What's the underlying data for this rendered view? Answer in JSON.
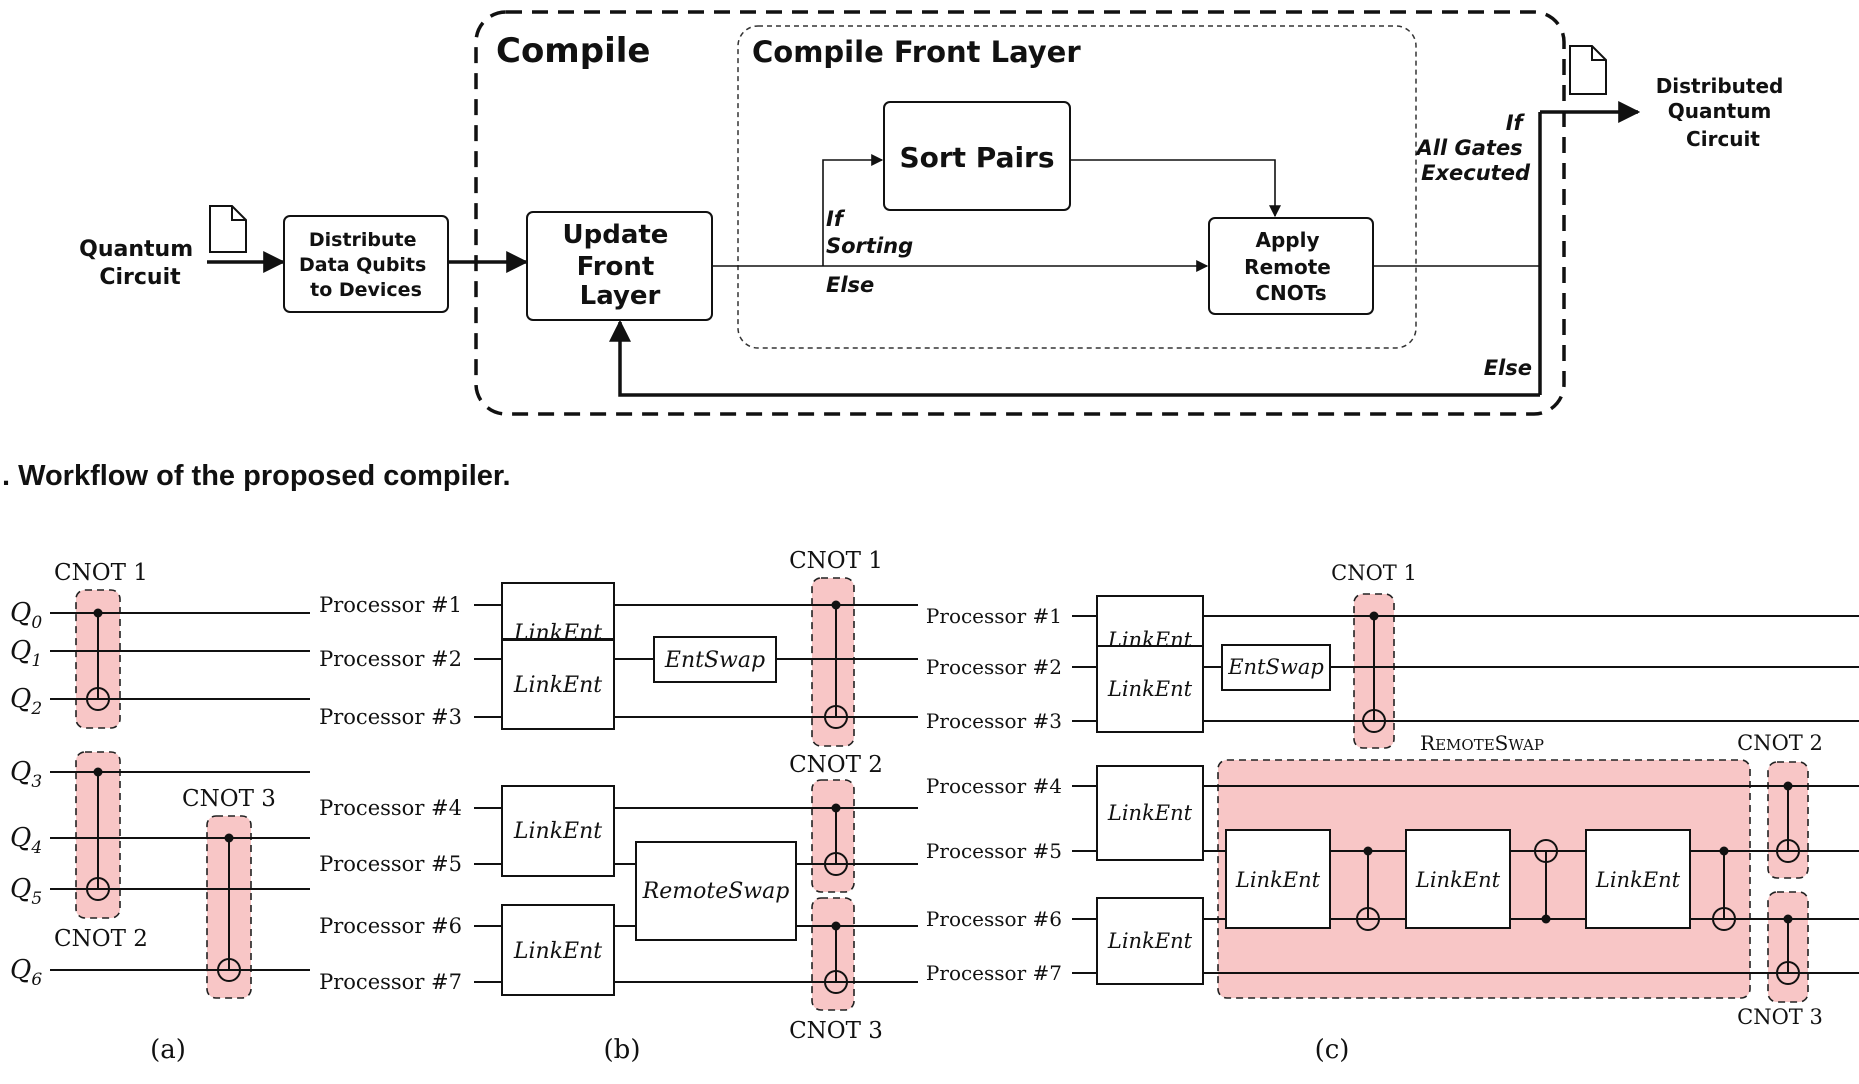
{
  "workflow": {
    "input_label": [
      "Quantum",
      "Circuit"
    ],
    "distribute_box": [
      "Distribute",
      "Data Qubits",
      "to Devices"
    ],
    "compile_title": "Compile",
    "front_layer_title": "Compile Front Layer",
    "update_box": [
      "Update",
      "Front",
      "Layer"
    ],
    "sort_box": "Sort Pairs",
    "apply_box": [
      "Apply",
      "Remote",
      "CNOTs"
    ],
    "if_sorting": [
      "If",
      "Sorting"
    ],
    "else_inner": "Else",
    "if_all_gates": [
      "If",
      "All Gates",
      "Executed"
    ],
    "else_loop": "Else",
    "output_label": [
      "Distributed",
      "Quantum",
      "Circuit"
    ],
    "caption": ". Workflow of the proposed compiler."
  },
  "panel_a": {
    "qubits": [
      "Q0",
      "Q1",
      "Q2",
      "Q3",
      "Q4",
      "Q5",
      "Q6"
    ],
    "qubit_letter": "Q",
    "qubit_index": [
      "0",
      "1",
      "2",
      "3",
      "4",
      "5",
      "6"
    ],
    "cnot1": "CNOT 1",
    "cnot2": "CNOT 2",
    "cnot3": "CNOT 3",
    "label": "(a)"
  },
  "panel_b": {
    "processors": [
      "Processor #1",
      "Processor #2",
      "Processor #3",
      "Processor #4",
      "Processor #5",
      "Processor #6",
      "Processor #7"
    ],
    "linkent": "LinkEnt",
    "entswap": "EntSwap",
    "remoteswap": "RemoteSwap",
    "cnot1": "CNOT 1",
    "cnot2": "CNOT 2",
    "cnot3": "CNOT 3",
    "label": "(b)"
  },
  "panel_c": {
    "processors": [
      "Processor #1",
      "Processor #2",
      "Processor #3",
      "Processor #4",
      "Processor #5",
      "Processor #6",
      "Processor #7"
    ],
    "linkent": "LinkEnt",
    "entswap": "EntSwap",
    "remoteswap_big_r": "R",
    "remoteswap_small_emote": "EMOTE",
    "remoteswap_big_s": "S",
    "remoteswap_small_wap": "WAP",
    "cnot1": "CNOT 1",
    "cnot2": "CNOT 2",
    "cnot3": "CNOT 3",
    "label": "(c)"
  }
}
